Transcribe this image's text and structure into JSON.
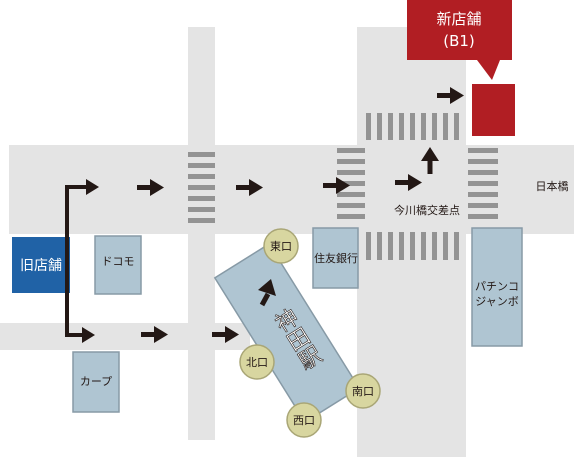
{
  "map": {
    "new_store": {
      "line1": "新店舗",
      "line2": "(B1)"
    },
    "old_store": "旧店舗",
    "nihonbashi": "日本橋",
    "intersection": "今川橋交差点",
    "docomo": "ドコモ",
    "sumitomo": "住友銀行",
    "pachinko": {
      "line1": "パチンコ",
      "line2": "ジャンボ"
    },
    "carp": "カープ",
    "station": "神田駅",
    "exits": {
      "east": "東口",
      "north": "北口",
      "west": "西口",
      "south": "南口"
    }
  },
  "colors": {
    "road": "#e4e4e4",
    "building_fill": "#afc5d2",
    "building_stroke": "#879aa6",
    "old_store": "#2062a6",
    "new_store": "#b11e23",
    "exit_fill": "#d8d6a0",
    "exit_stroke": "#a9a676",
    "crosswalk": "#939393",
    "arrow": "#231815"
  }
}
